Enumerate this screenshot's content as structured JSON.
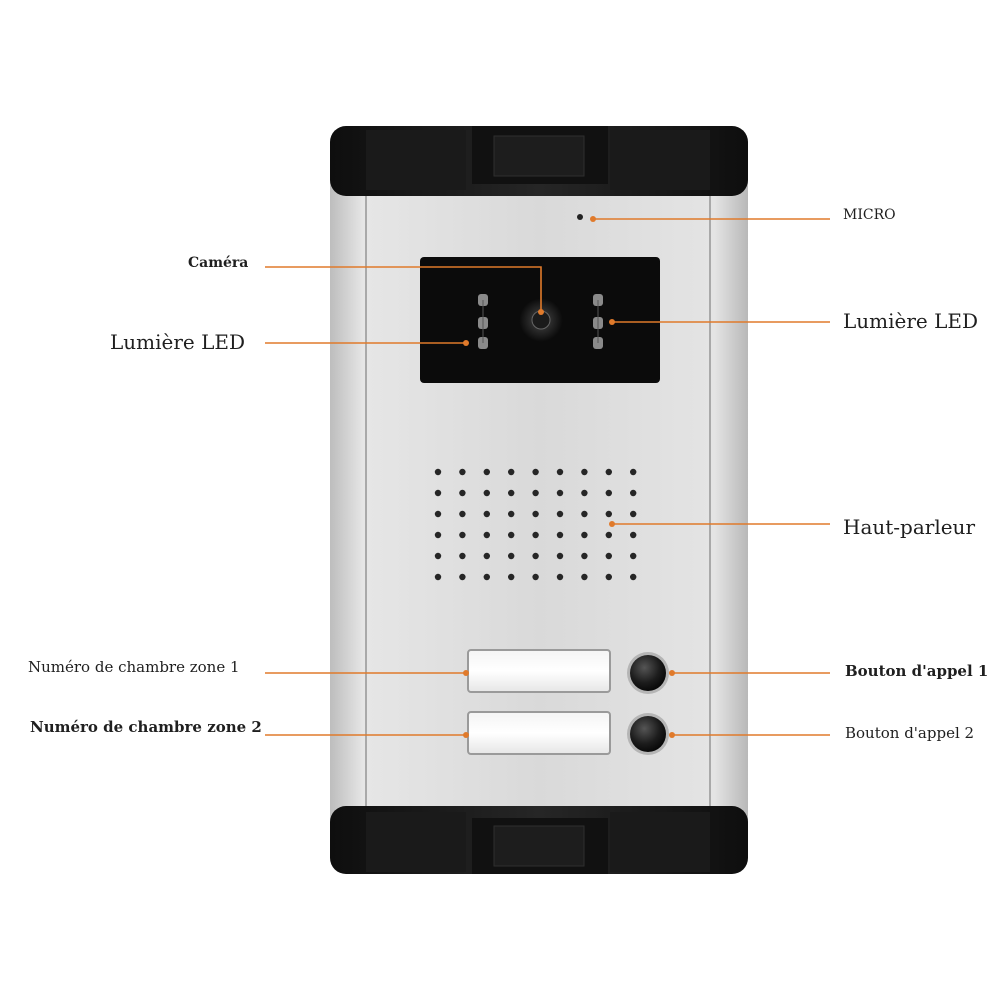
{
  "labels": {
    "micro": "MICRO",
    "camera": "Caméra",
    "led_left": "Lumière LED",
    "led_right": "Lumière LED",
    "speaker": "Haut-parleur",
    "room_zone_1": "Numéro de chambre zone 1",
    "room_zone_2": "Numéro de chambre zone 2",
    "call_button_1": "Bouton d'appel 1",
    "call_button_2": "Bouton d'appel 2"
  },
  "colors": {
    "leader_line": "#e07a2b",
    "panel": "#d6d6d6",
    "caps": "#151515",
    "camera_window": "#0b0b0b",
    "background": "#ffffff"
  }
}
